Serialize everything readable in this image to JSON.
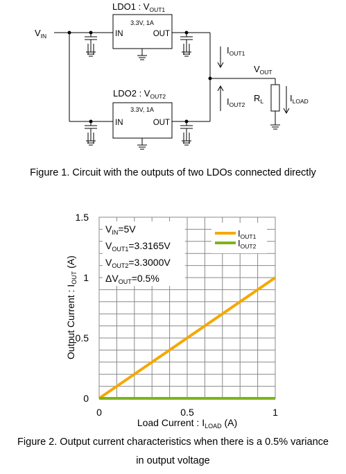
{
  "figure1": {
    "vin": {
      "main": "V",
      "sub": "IN"
    },
    "ldo1": {
      "title_main": "LDO1 : V",
      "title_sub": "OUT1",
      "rating": "3.3V, 1A",
      "in_pin": "IN",
      "out_pin": "OUT"
    },
    "ldo2": {
      "title_main": "LDO2 : V",
      "title_sub": "OUT2",
      "rating": "3.3V, 1A",
      "in_pin": "IN",
      "out_pin": "OUT"
    },
    "iout1": {
      "main": "I",
      "sub": "OUT1"
    },
    "iout2": {
      "main": "I",
      "sub": "OUT2"
    },
    "vout": {
      "main": "V",
      "sub": "OUT"
    },
    "rl": {
      "main": "R",
      "sub": "L"
    },
    "iload": {
      "main": "I",
      "sub": "LOAD"
    },
    "caption": "Figure 1. Circuit with the outputs of two LDOs connected directly"
  },
  "figure2": {
    "caption_line1": "Figure 2. Output current characteristics when there is a 0.5% variance",
    "caption_line2": "in output voltage",
    "conditions": [
      {
        "main": "V",
        "sub": "IN",
        "rest": "=5V"
      },
      {
        "main": "V",
        "sub": "OUT1",
        "rest": "=3.3165V"
      },
      {
        "main": "V",
        "sub": "OUT2",
        "rest": "=3.3000V"
      },
      {
        "main": "ΔV",
        "sub": "OUT",
        "rest": "=0.5%"
      }
    ]
  },
  "chart_data": {
    "type": "line",
    "title": "",
    "xlabel": {
      "main": "Load Current : I",
      "sub": "LOAD",
      "rest": " (A)"
    },
    "ylabel": {
      "main": "Output Current : I",
      "sub": "OUT",
      "rest": " (A)"
    },
    "xlim": [
      0,
      1
    ],
    "ylim": [
      0,
      1.5
    ],
    "x_ticks": [
      "0",
      "0.5",
      "1"
    ],
    "y_ticks": [
      "0",
      "0.5",
      "1",
      "1.5"
    ],
    "grid": true,
    "legend_position": "top-right",
    "series": [
      {
        "name_main": "I",
        "name_sub": "OUT1",
        "color": "#F5A800",
        "x": [
          0,
          1
        ],
        "y": [
          0,
          1
        ]
      },
      {
        "name_main": "I",
        "name_sub": "OUT2",
        "color": "#7CB518",
        "x": [
          0,
          1
        ],
        "y": [
          0,
          0
        ]
      }
    ]
  }
}
